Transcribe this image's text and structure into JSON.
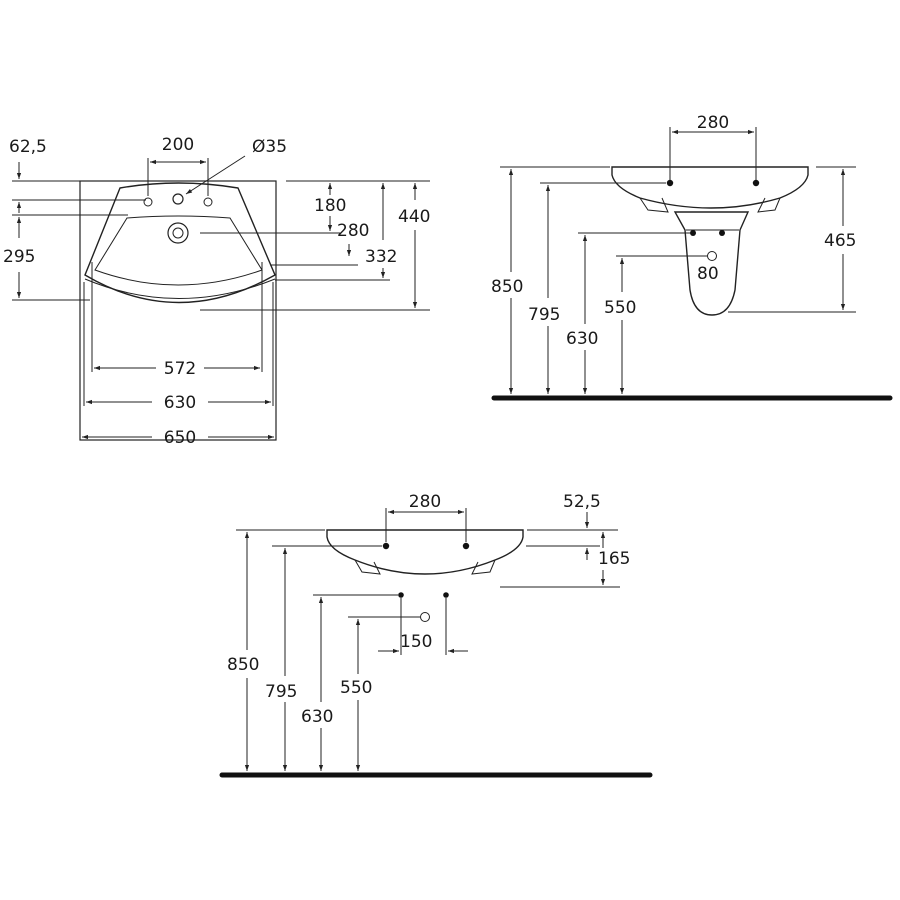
{
  "top_view": {
    "offset_top": "62,5",
    "tap_spacing": "200",
    "hole_diameter": "Ø35",
    "depth_180": "180",
    "depth_280": "280",
    "depth_332": "332",
    "depth_440": "440",
    "depth_295": "295",
    "width_572": "572",
    "width_630": "630",
    "width_650": "650"
  },
  "pedestal_view": {
    "tap_spacing": "280",
    "pedestal_height": "465",
    "height_850": "850",
    "height_795": "795",
    "height_630": "630",
    "height_550": "550",
    "drain_offset": "80"
  },
  "wall_view": {
    "tap_spacing": "280",
    "offset_52": "52,5",
    "offset_165": "165",
    "height_850": "850",
    "height_795": "795",
    "height_630": "630",
    "height_550": "550",
    "bolt_spacing": "150"
  }
}
